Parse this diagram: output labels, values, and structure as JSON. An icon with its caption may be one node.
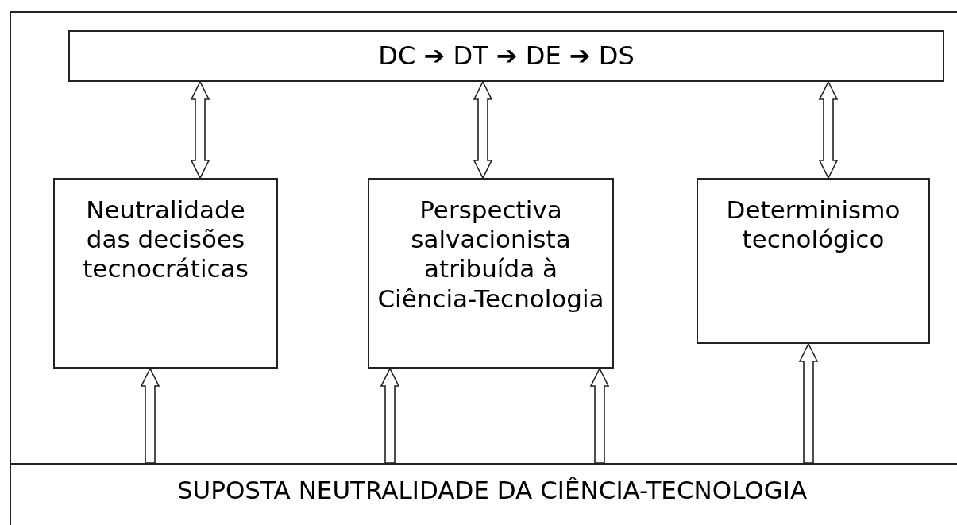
{
  "diagram": {
    "nodes": [
      {
        "text": [
          "DC ➔ DT ➔ DE ➔ DS"
        ]
      },
      {
        "text": [
          "Neutralidade das decisões tecnocráticas"
        ]
      },
      {
        "text": [
          "Perspectiva salvacionista atribuída à Ciência-Tecnologia"
        ]
      },
      {
        "text": [
          "Determinismo tecnológico"
        ]
      },
      {
        "text": [
          "SUPOSTA NEUTRALIDADE DA CIÊNCIA-TECNOLOGIA"
        ]
      }
    ],
    "edges": [
      {
        "from": 0,
        "to": 1,
        "arrow": "both"
      },
      {
        "from": 0,
        "to": 2,
        "arrow": "both"
      },
      {
        "from": 0,
        "to": 3,
        "arrow": "both"
      },
      {
        "from": 4,
        "to": 1,
        "arrow": "to"
      },
      {
        "from": 4,
        "to": 2,
        "arrow": "to"
      },
      {
        "from": 4,
        "to": 2,
        "arrow": "to"
      },
      {
        "from": 4,
        "to": 3,
        "arrow": "to"
      }
    ]
  }
}
